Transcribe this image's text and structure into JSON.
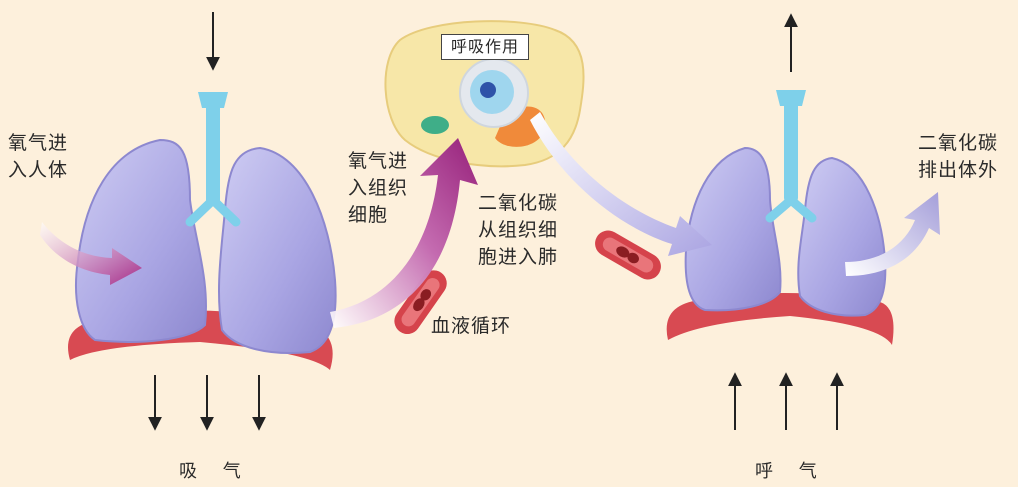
{
  "labels": {
    "oxygen_in_body": [
      "氧气进",
      "入人体"
    ],
    "oxygen_to_tissue": [
      "氧气进",
      "入组织",
      "细胞"
    ],
    "cell_respiration": "呼吸作用",
    "co2_to_lung": [
      "二氧化碳",
      "从组织细",
      "胞进入肺"
    ],
    "blood_circulation": "血液循环",
    "co2_out": [
      "二氧化碳",
      "排出体外"
    ],
    "inhale": "吸 气",
    "exhale": "呼 气"
  },
  "colors": {
    "background": "#fdf0dc",
    "lung_fill": "#aaa6e6",
    "diaphragm": "#d84a52",
    "trachea": "#7ed0ea",
    "oxygen_arrow": "#a0287e",
    "co2_arrow": "#b8b4e6",
    "cell_fill": "#f7e7a8"
  }
}
